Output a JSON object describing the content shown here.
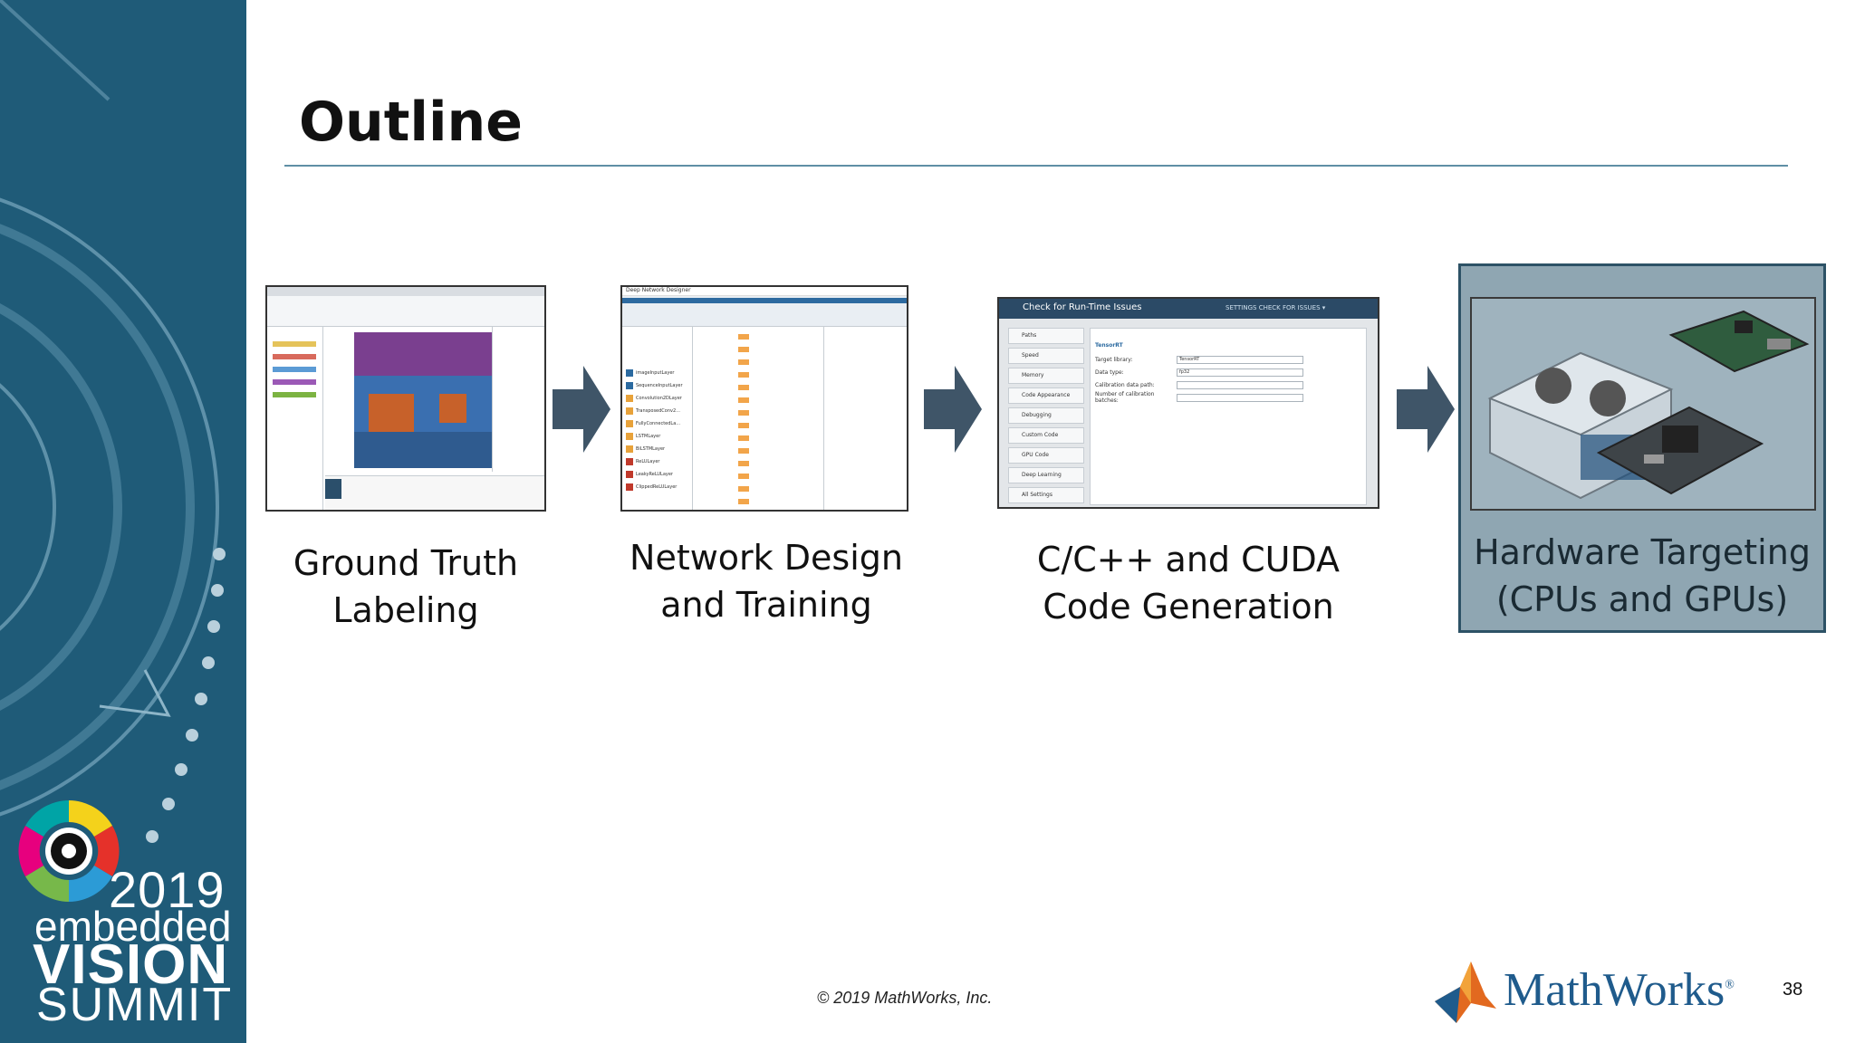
{
  "title": "Outline",
  "steps": [
    {
      "label_line1": "Ground Truth",
      "label_line2": "Labeling"
    },
    {
      "label_line1": "Network Design",
      "label_line2": "and Training"
    },
    {
      "label_line1": "C/C++ and CUDA",
      "label_line2": "Code Generation"
    },
    {
      "label_line1": "Hardware Targeting",
      "label_line2": "(CPUs and GPUs)"
    }
  ],
  "screenshot3": {
    "header": "Check for Run-Time Issues",
    "header_right": "SETTINGS   CHECK FOR ISSUES ▾",
    "nav_items": [
      "Paths",
      "Speed",
      "Memory",
      "Code Appearance",
      "Debugging",
      "Custom Code",
      "GPU Code",
      "Deep Learning",
      "All Settings"
    ],
    "section": "TensorRT",
    "field_labels": [
      "Target library:",
      "Data type:",
      "Calibration data path:",
      "Number of calibration batches:"
    ],
    "field_values": [
      "TensorRT",
      "fp32",
      "",
      ""
    ]
  },
  "screenshot2": {
    "window_title": "Deep Network Designer",
    "layers": [
      "imageInputLayer",
      "SequenceInputLayer",
      "Convolution2DLayer",
      "TransposedConv2...",
      "FullyConnectedLa...",
      "LSTMLayer",
      "BiLSTMLayer",
      "ReLULayer",
      "LeakyReLULayer",
      "ClippedReLULayer"
    ]
  },
  "copyright": "© 2019 MathWorks, Inc.",
  "brand": "MathWorks",
  "page_number": "38",
  "summit": {
    "year": "2019",
    "line1": "embedded",
    "line2": "VISION",
    "line3": "SUMMIT"
  },
  "colors": {
    "sidebar": "#1f5b78",
    "rule": "#5f8fa5",
    "arrow": "#3f5568",
    "highlight_box": "#8fa6b2",
    "brand": "#1f5b8c"
  }
}
